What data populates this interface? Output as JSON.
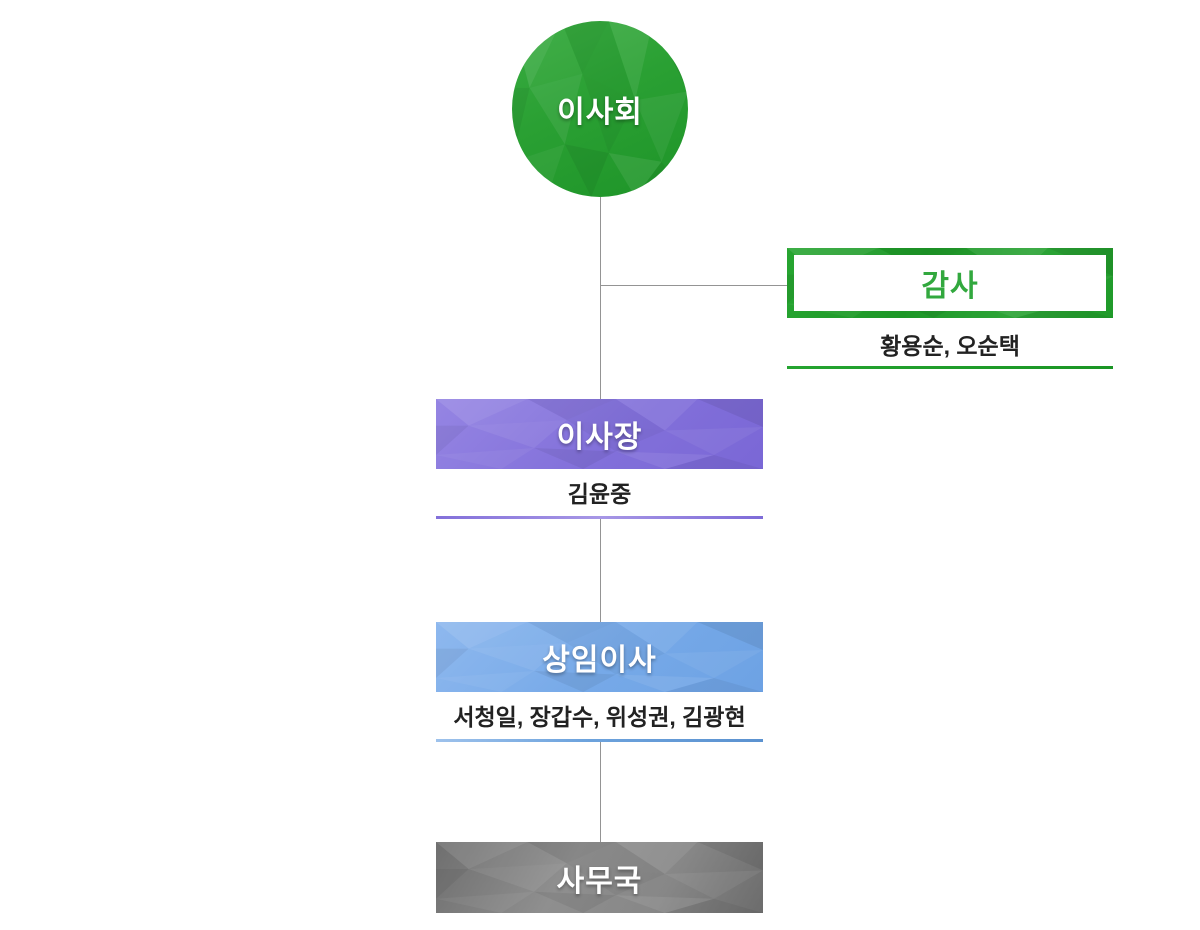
{
  "nodes": {
    "board": {
      "label": "이사회"
    },
    "audit": {
      "label": "감사",
      "members": "황용순, 오순택"
    },
    "chairman": {
      "label": "이사장",
      "members": "김윤중"
    },
    "executive": {
      "label": "상임이사",
      "members": "서청일, 장갑수, 위성권, 김광현"
    },
    "secretariat": {
      "label": "사무국"
    }
  },
  "colors": {
    "green": "#23a12f",
    "green_text": "#32a83e",
    "purple": "#8673db",
    "blue": "#7aace9",
    "gray": "#8b8b8b",
    "connector": "#949494",
    "member_text": "#222222",
    "underline_green": "#1f9e2c",
    "underline_purple": "#8873db",
    "underline_blue": "#5b92d0"
  }
}
